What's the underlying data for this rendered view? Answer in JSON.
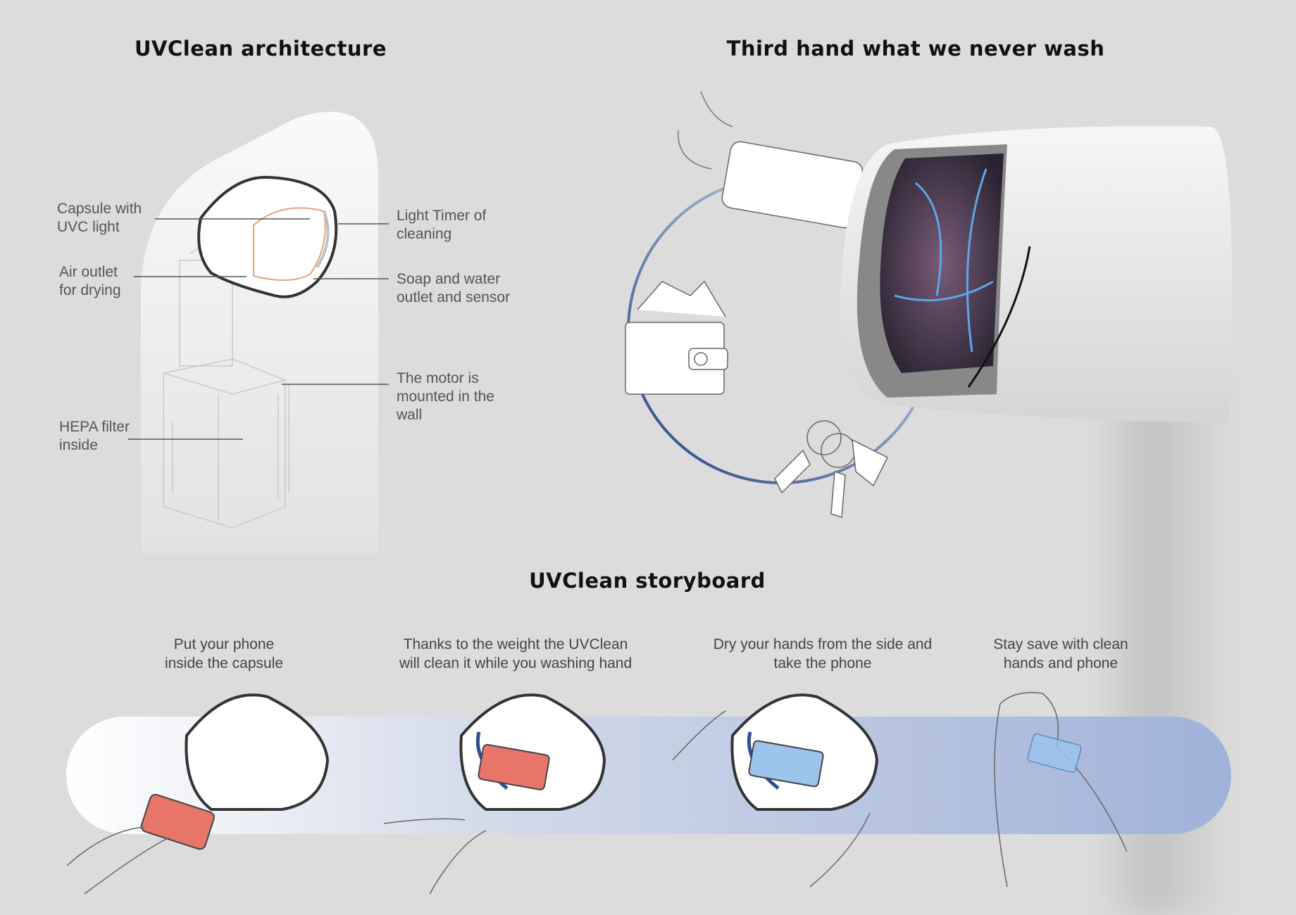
{
  "architecture": {
    "title": "UVClean architecture",
    "labels": [
      {
        "text": "Capsule with\nUVC light"
      },
      {
        "text": "Air outlet\nfor drying"
      },
      {
        "text": "HEPA filter\ninside"
      },
      {
        "text": "Light Timer of\ncleaning"
      },
      {
        "text": "Soap and water\noutlet and sensor"
      },
      {
        "text": "The motor is\nmounted in the\nwall"
      }
    ]
  },
  "third_hand": {
    "title": "Third hand what we never wash",
    "items": [
      "phone-icon",
      "wallet-icon",
      "keys-icon"
    ]
  },
  "storyboard": {
    "title": "UVClean storyboard",
    "steps": [
      {
        "caption": "Put your phone\ninside the capsule"
      },
      {
        "caption": "Thanks to the weight the UVClean\nwill clean it while you washing hand"
      },
      {
        "caption": "Dry your hands from the side and\ntake the phone"
      },
      {
        "caption": "Stay save with clean\nhands and phone"
      }
    ]
  },
  "colors": {
    "background": "#dcdcdc",
    "band_end": "#9fb2d8",
    "phone_red": "#e8756a",
    "phone_blue": "#9cc4ec",
    "accent_blue": "#2f4f8f"
  }
}
